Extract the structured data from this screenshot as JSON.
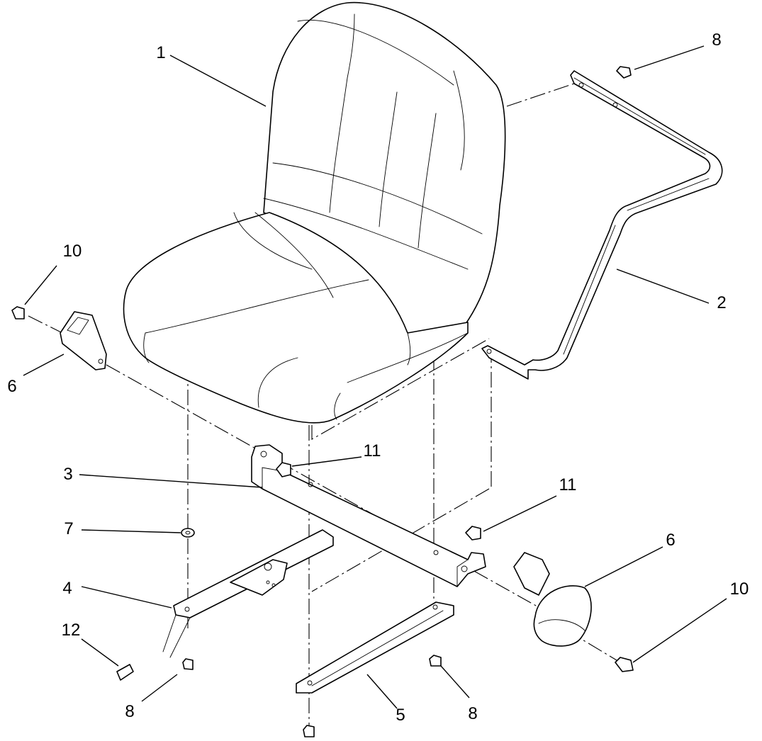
{
  "callouts": {
    "c1": "1",
    "c2": "2",
    "c3": "3",
    "c4": "4",
    "c5": "5",
    "c6a": "6",
    "c6b": "6",
    "c7": "7",
    "c8a": "8",
    "c8b": "8",
    "c8c": "8",
    "c10a": "10",
    "c10b": "10",
    "c11a": "11",
    "c11b": "11",
    "c12": "12"
  },
  "colors": {
    "line": "#000000",
    "background": "#ffffff"
  }
}
